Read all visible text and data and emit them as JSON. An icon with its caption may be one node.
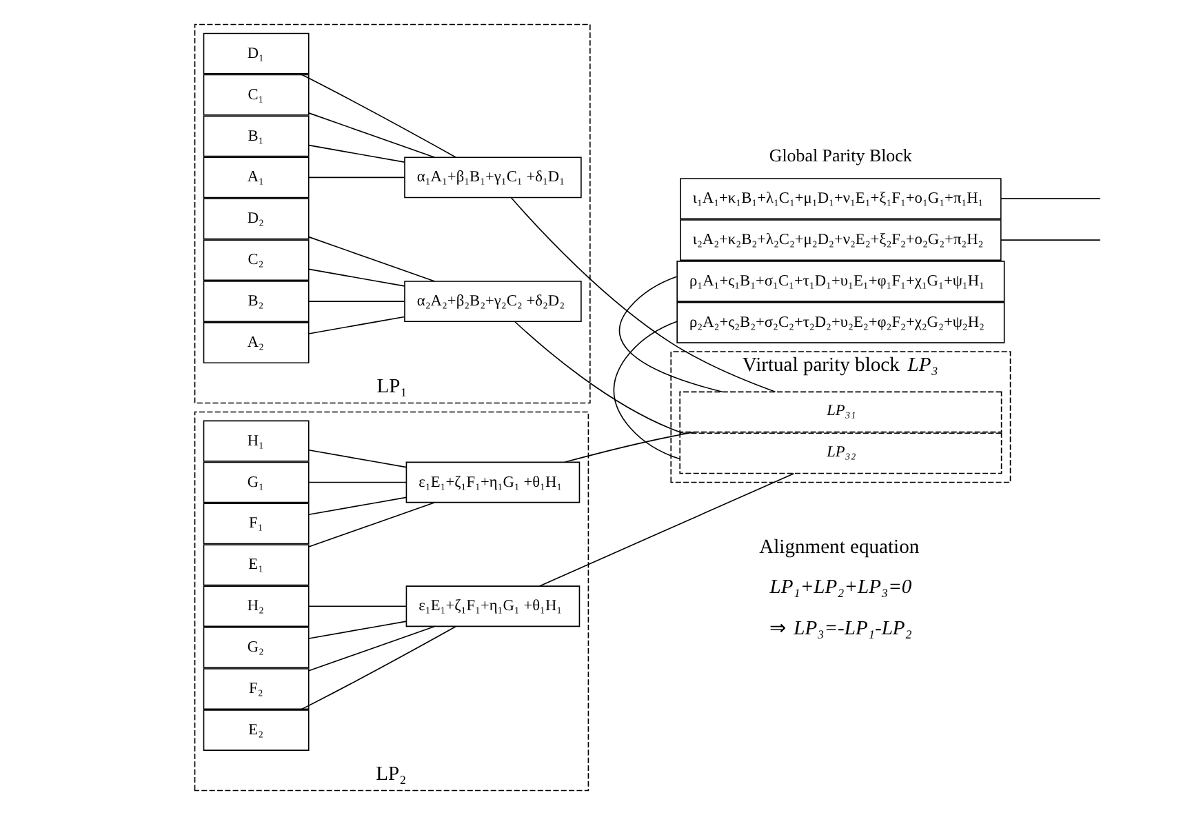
{
  "diagram": {
    "nodes": [
      {
        "text": [
          "LP₁"
        ]
      },
      {
        "text": [
          "A₁"
        ],
        "in": 0
      },
      {
        "text": [
          "A₂"
        ],
        "in": 0
      },
      {
        "text": [
          "B₁"
        ],
        "in": 0
      },
      {
        "text": [
          "B₂"
        ],
        "in": 0
      },
      {
        "text": [
          "C₁"
        ],
        "in": 0
      },
      {
        "text": [
          "C₂"
        ],
        "in": 0
      },
      {
        "text": [
          "D₁"
        ],
        "in": 0
      },
      {
        "text": [
          "D₂"
        ],
        "in": 0
      },
      {
        "text": [
          "α₁A₁+β₁B₁+γ₁C₁ +δ₁D₁"
        ],
        "in": 0
      },
      {
        "text": [
          "α₂A₂+β₂B₂+γ₂C₂ +δ₂D₂"
        ],
        "in": 0
      },
      {
        "text": [
          "LP₂"
        ]
      },
      {
        "text": [
          "E₁"
        ],
        "in": 11
      },
      {
        "text": [
          "E₂"
        ],
        "in": 11
      },
      {
        "text": [
          "F₁"
        ],
        "in": 11
      },
      {
        "text": [
          "F₂"
        ],
        "in": 11
      },
      {
        "text": [
          "G₁"
        ],
        "in": 11
      },
      {
        "text": [
          "G₂"
        ],
        "in": 11
      },
      {
        "text": [
          "H₁"
        ],
        "in": 11
      },
      {
        "text": [
          "H₂"
        ],
        "in": 11
      },
      {
        "text": [
          "ε₁E₁+ζ₁F₁+η₁G₁ +θ₁H₁"
        ],
        "in": 11
      },
      {
        "text": [
          "ε₁E₁+ζ₁F₁+η₁G₁ +θ₁H₁"
        ],
        "in": 11
      },
      {
        "text": [
          "ι₁A₁+κ₁B₁+λ₁C₁+μ₁D₁+ν₁E₁+ξ₁F₁+o₁G₁+π₁H₁"
        ]
      },
      {
        "text": [
          "ι₂A₂+κ₂B₂+λ₂C₂+μ₂D₂+ν₂E₂+ξ₂F₂+o₂G₂+π₂H₂"
        ]
      },
      {
        "text": [
          "ρ₁A₁+ς₁B₁+σ₁C₁+τ₁D₁+υ₁E₁+φ₁F₁+χ₁G₁+ψ₁H₁"
        ]
      },
      {
        "text": [
          "ρ₂A₂+ς₂B₂+σ₂C₂+τ₂D₂+υ₂E₂+φ₂F₂+χ₂G₂+ψ₂H₂"
        ]
      },
      {
        "text": [
          "Virtual parity block *LP₃*"
        ]
      },
      {
        "text": [
          "LP₃₁"
        ],
        "in": 26
      },
      {
        "text": [
          "LP₃₂"
        ],
        "in": 26
      }
    ],
    "edges": [
      {
        "from": 1,
        "to": 9,
        "arrow": "none"
      },
      {
        "from": 2,
        "to": 10,
        "arrow": "none"
      },
      {
        "from": 3,
        "to": 9,
        "arrow": "none"
      },
      {
        "from": 4,
        "to": 10,
        "arrow": "none"
      },
      {
        "from": 5,
        "to": 9,
        "arrow": "none"
      },
      {
        "from": 6,
        "to": 10,
        "arrow": "none"
      },
      {
        "from": 7,
        "to": 9,
        "arrow": "none"
      },
      {
        "from": 8,
        "to": 10,
        "arrow": "none"
      },
      {
        "from": 12,
        "to": 20,
        "arrow": "none"
      },
      {
        "from": 13,
        "to": 21,
        "arrow": "none"
      },
      {
        "from": 14,
        "to": 20,
        "arrow": "none"
      },
      {
        "from": 15,
        "to": 21,
        "arrow": "none"
      },
      {
        "from": 16,
        "to": 20,
        "arrow": "none"
      },
      {
        "from": 17,
        "to": 21,
        "arrow": "none"
      },
      {
        "from": 18,
        "to": 20,
        "arrow": "none"
      },
      {
        "from": 19,
        "to": 21,
        "arrow": "none"
      },
      {
        "from": 9,
        "to": 27,
        "arrow": "none"
      },
      {
        "from": 10,
        "to": 28,
        "arrow": "none"
      },
      {
        "from": 20,
        "to": 27,
        "arrow": "none"
      },
      {
        "from": 21,
        "to": 28,
        "arrow": "none"
      },
      {
        "from": 22,
        "to": null,
        "arrow": "none"
      },
      {
        "from": 23,
        "to": null,
        "arrow": "none"
      },
      {
        "from": 24,
        "to": 27,
        "arrow": "none"
      },
      {
        "from": 25,
        "to": 28,
        "arrow": "none"
      }
    ],
    "labels": [
      "Global Parity Block",
      "Alignment equation",
      "LP₁+LP₂+LP₃=0",
      "⇒ *LP₃=-LP₁-LP₂*"
    ]
  }
}
